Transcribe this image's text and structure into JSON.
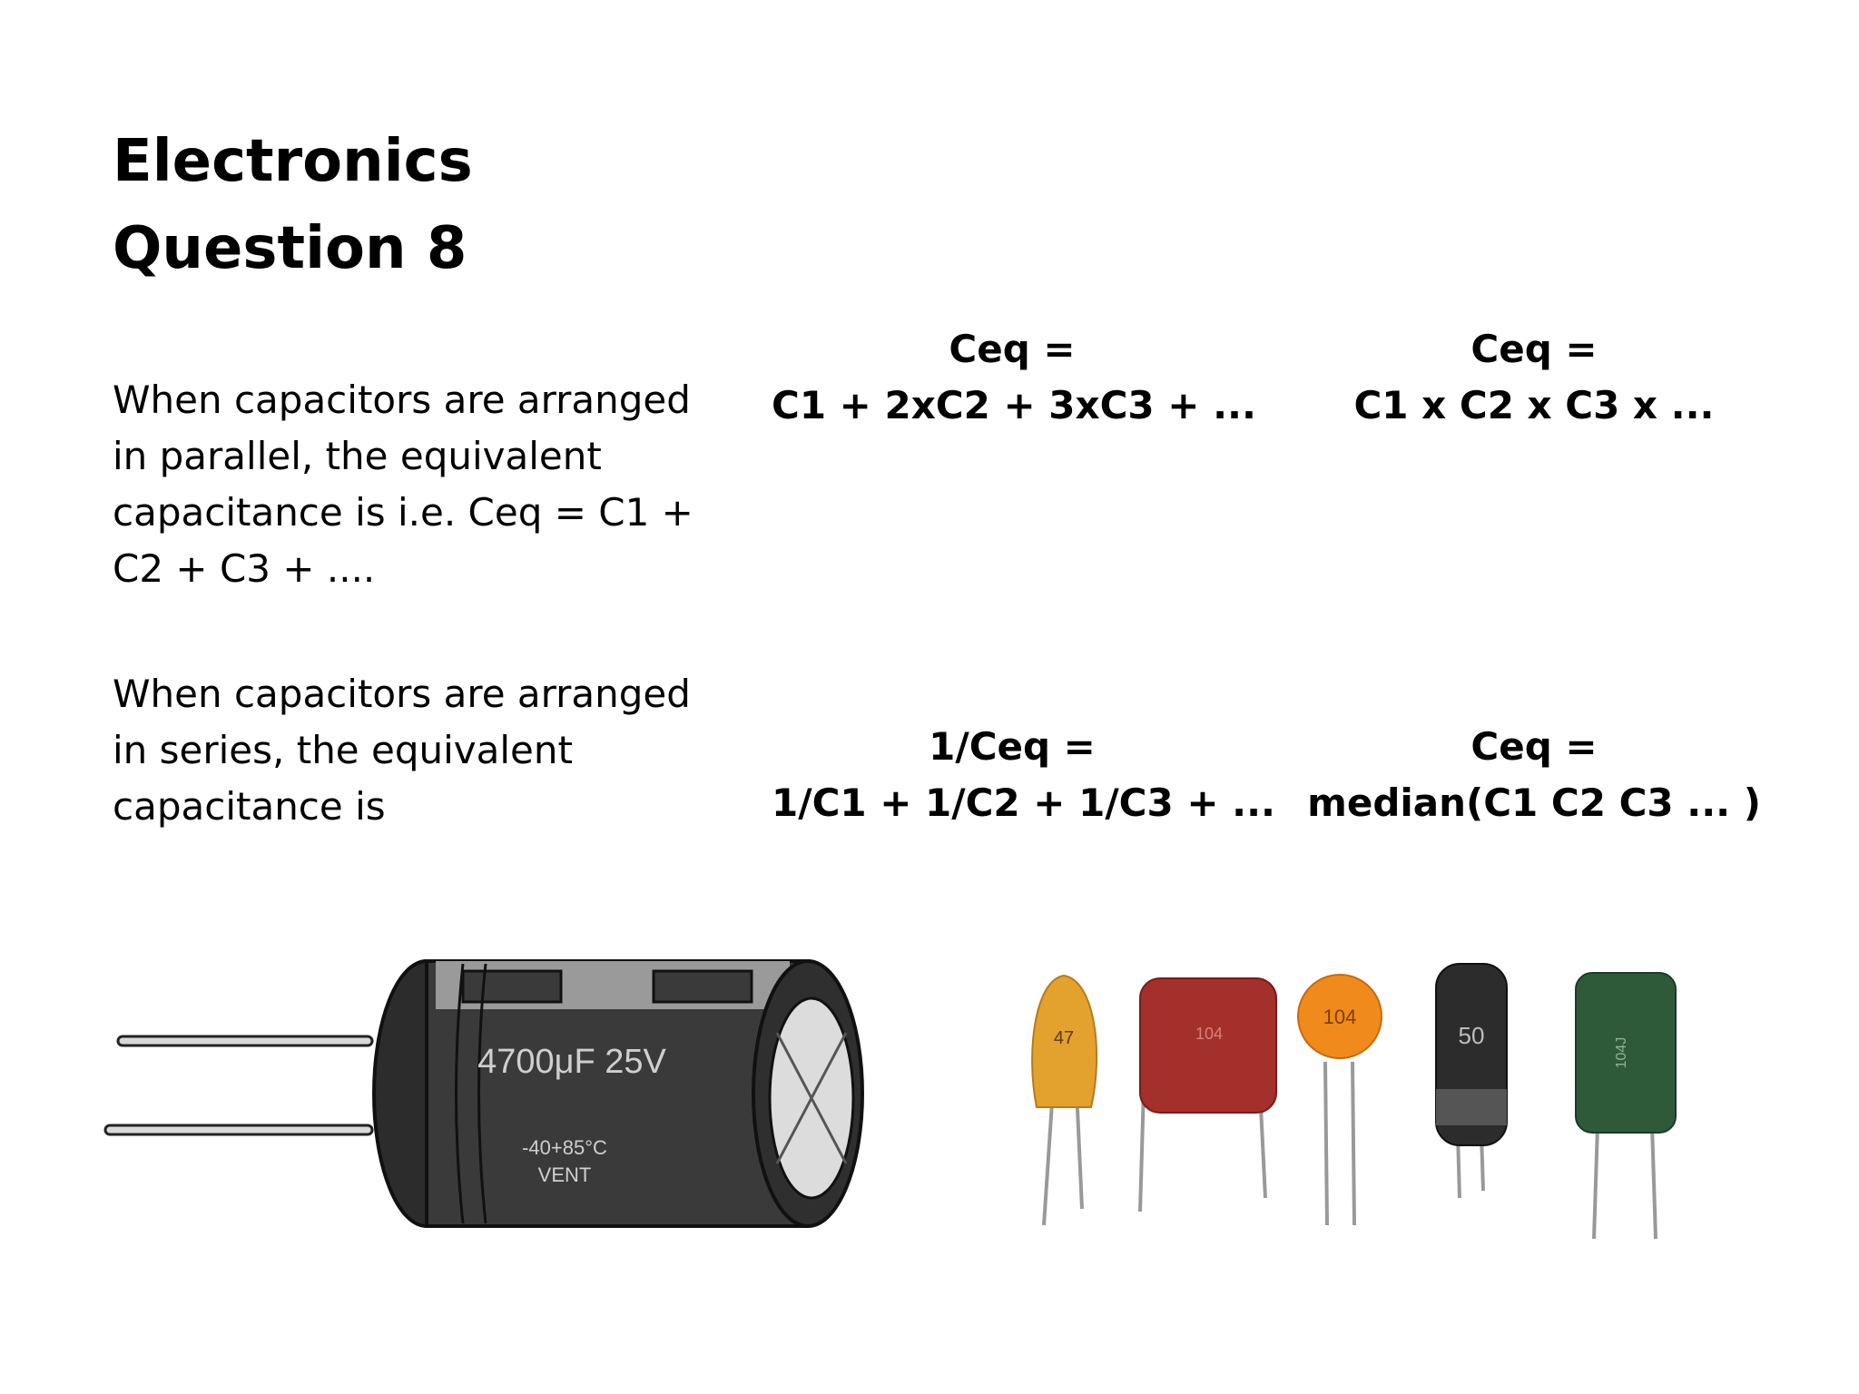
{
  "title": {
    "line1": "Electronics",
    "line2": "Question 8"
  },
  "question": {
    "parallel_text": "When capacitors are arranged in parallel, the equivalent capacitance is i.e. Ceq = C1 + C2 + C3 + ....",
    "series_text": "When capacitors are arranged in series, the equivalent capacitance is"
  },
  "options": [
    {
      "line1": "Ceq =",
      "line2": "C1 + 2xC2 + 3xC3 + ..."
    },
    {
      "line1": "Ceq =",
      "line2": "C1 x C2 x C3 x ..."
    },
    {
      "line1": "1/Ceq =",
      "line2": "1/C1 + 1/C2 + 1/C3 + ..."
    },
    {
      "line1": "Ceq =",
      "line2": "median(C1 C2 C3 ... )"
    }
  ],
  "images": {
    "large_capacitor": {
      "rating": "4700μF 25V",
      "temp": "-40+85°C",
      "vent": "VENT"
    },
    "small_capacitors": {
      "label_tantalum": "47",
      "label_film": "104",
      "label_ceramic": "104",
      "label_electrolytic": "50",
      "label_green": "104J"
    }
  },
  "colors": {
    "capacitor_body": "#3a3a3a",
    "capacitor_band": "#9a9a9a",
    "tantalum": "#e3a12e",
    "film_red": "#a3302a",
    "ceramic_orange": "#f08a1c",
    "green_film": "#2f5a3a"
  }
}
